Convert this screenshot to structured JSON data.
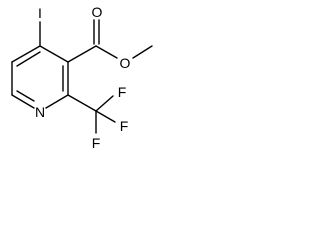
{
  "molecule": {
    "atoms": {
      "iodine": "I",
      "carbonyl_oxygen": "O",
      "ester_oxygen": "O",
      "nitrogen": "N",
      "fluorine_right": "F",
      "fluorine_upper_right": "F",
      "fluorine_lower": "F"
    }
  },
  "colors": {
    "bond": "#000000",
    "background": "#ffffff"
  }
}
